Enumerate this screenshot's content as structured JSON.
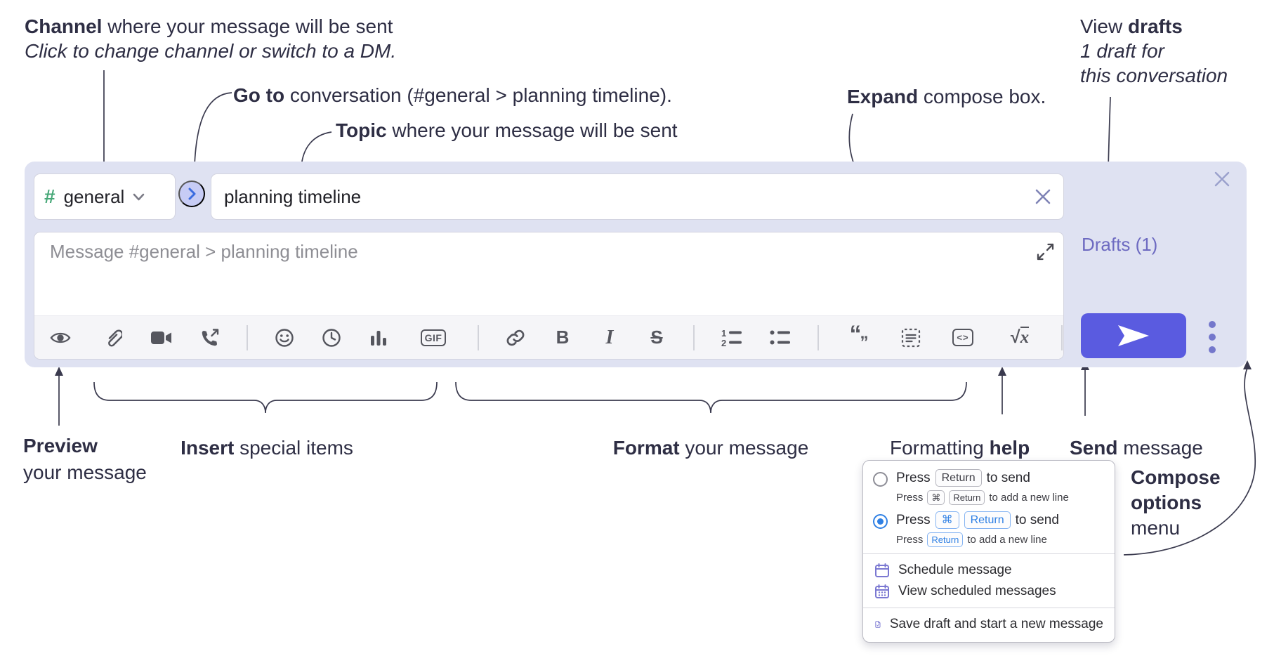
{
  "colors": {
    "accent_send": "#5a5be0",
    "drafts_link_purple": "#6d6ac1",
    "selected_blue": "#2f80e4",
    "menu_icon_purple": "#7b78d2",
    "channel_hash_green": "#47a878",
    "composer_background": "#dfe2f2"
  },
  "annotations": {
    "channel": {
      "lead": "Channel",
      "rest": " where your message will be sent",
      "sub": "Click to change channel or switch to a DM."
    },
    "go_to": {
      "lead": "Go to",
      "rest": " conversation (#general > planning timeline)."
    },
    "topic": {
      "lead": "Topic",
      "rest": " where your message will be sent"
    },
    "expand": {
      "lead": "Expand",
      "rest": " compose box."
    },
    "view_drafts": {
      "lead": "View ",
      "bold": "drafts",
      "sub1": "1 draft for",
      "sub2": "this conversation"
    },
    "preview": {
      "lead": "Preview",
      "sub": "your message"
    },
    "insert": {
      "lead": "Insert",
      "rest": " special items"
    },
    "format": {
      "lead": "Format",
      "rest": " your message"
    },
    "formatting_help": {
      "lead": "Formatting ",
      "bold": "help"
    },
    "send": {
      "lead": "Send",
      "rest": " message"
    },
    "compose_options": {
      "line1": "Compose",
      "line2": "options",
      "line3": "menu"
    }
  },
  "composer": {
    "channel": {
      "hash": "#",
      "name": "general"
    },
    "topic_value": "planning timeline",
    "message_placeholder": "Message #general > planning timeline",
    "drafts_link": "Drafts (1)",
    "toolbar": {
      "gif": "GIF",
      "bold": "B",
      "italic": "I",
      "strike": "S",
      "code": "<>",
      "sqrt_sign": "√",
      "sqrt_x": "x",
      "help": "?",
      "quote_open": "“",
      "quote_close": "”"
    }
  },
  "popup": {
    "options": [
      {
        "selected": false,
        "main": {
          "pre": "Press",
          "keys": [
            "Return"
          ],
          "post": "to send"
        },
        "sub": {
          "pre": "Press",
          "keys": [
            "⌘",
            "Return"
          ],
          "post": "to add a new line"
        }
      },
      {
        "selected": true,
        "main": {
          "pre": "Press",
          "keys": [
            "⌘",
            "Return"
          ],
          "post": "to send"
        },
        "sub": {
          "pre": "Press",
          "keys": [
            "Return"
          ],
          "post": "to add a new line"
        }
      }
    ],
    "menu": [
      {
        "icon": "calendar-icon",
        "label": "Schedule message"
      },
      {
        "icon": "calendar-grid-icon",
        "label": "View scheduled messages"
      },
      {
        "icon": "draft-doc-icon",
        "label": "Save draft and start a new message"
      }
    ]
  }
}
